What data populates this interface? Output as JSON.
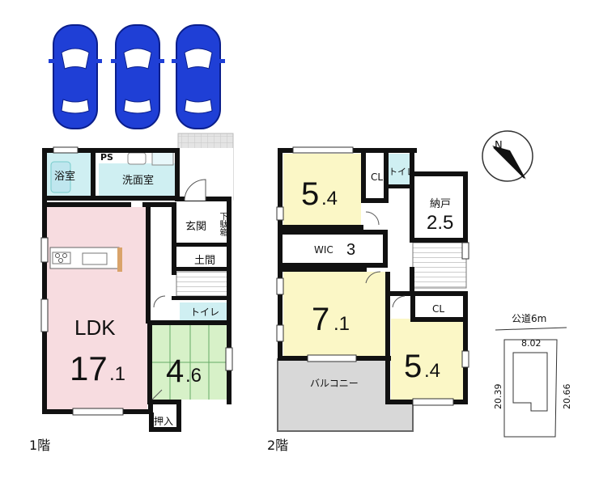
{
  "floors": {
    "first_label": "1階",
    "second_label": "2階"
  },
  "rooms_first": {
    "bath": "浴室",
    "ps": "PS",
    "washroom": "洗面室",
    "entrance": "玄関",
    "shoe_storage": "下駄箱",
    "doma": "土間",
    "toilet": "トイレ",
    "ldk_name": "LDK",
    "ldk_size_int": "17",
    "ldk_size_dec": ".1",
    "washitsu_int": "4",
    "washitsu_dec": ".6",
    "oshiire": "押入"
  },
  "rooms_second": {
    "bed_nw_int": "5",
    "bed_nw_dec": ".4",
    "closet_top": "CL",
    "toilet": "トイレ",
    "nando": "納戸",
    "nando_size": "2.5",
    "wic": "WIC",
    "wic_size": "3",
    "bed_sw_int": "7",
    "bed_sw_dec": ".1",
    "closet_right": "CL",
    "bed_se_int": "5",
    "bed_se_dec": ".4",
    "balcony": "バルコニー"
  },
  "site": {
    "road": "公道6m",
    "top_width": "8.02",
    "left_depth": "20.39",
    "right_depth": "20.66"
  },
  "compass": {
    "north": "N"
  },
  "cars": {
    "count": 3,
    "color": "#1f3fd6"
  },
  "colors": {
    "ldk": "#f7dce0",
    "washitsu": "#d7f1c8",
    "bedroom": "#fbf7c6",
    "bath": "#cfeff2",
    "balcony": "#d8d8d8",
    "wall": "#111111"
  }
}
